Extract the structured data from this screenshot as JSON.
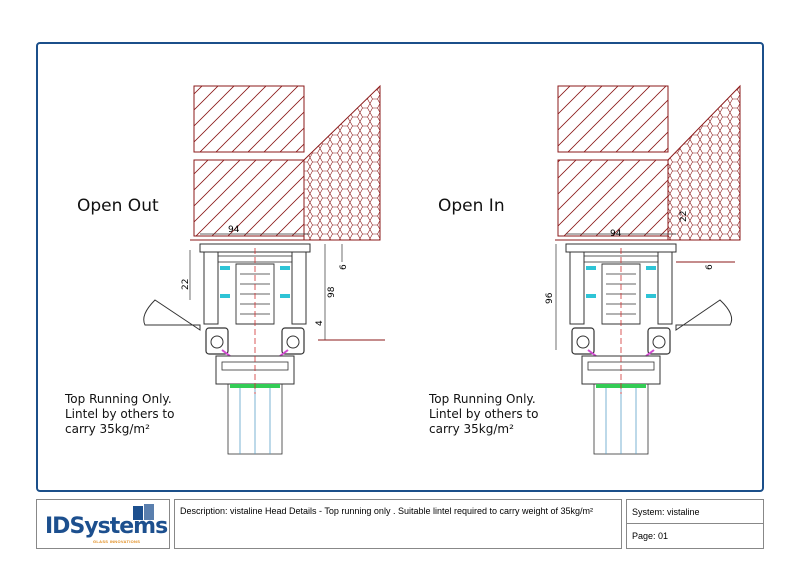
{
  "left_panel": {
    "heading": "Open Out",
    "note_lines": [
      "Top Running Only.",
      "Lintel by others to",
      "carry 35kg/m²"
    ],
    "dims": {
      "width": "94",
      "height": "98",
      "d1": "22",
      "d2": "6",
      "d3": "4"
    }
  },
  "right_panel": {
    "heading": "Open In",
    "note_lines": [
      "Top Running Only.",
      "Lintel by others to",
      "carry 35kg/m²"
    ],
    "dims": {
      "width": "94",
      "height": "96",
      "d1": "22",
      "d2": "6"
    }
  },
  "title_block": {
    "logo_text": "IDSystems",
    "logo_tagline": "GLASS INNOVATIONS",
    "description": "Description:  vistaline Head Details - Top running only . Suitable lintel required to carry weight of 35kg/m²",
    "system": "System: vistaline",
    "page": "Page: 01"
  },
  "colors": {
    "frame_border": "#1b4f8a",
    "brick_hatch": "#8b1a1a",
    "profile": "#333333",
    "seal_cyan": "#2ec4d6",
    "glass_green": "#33cc55",
    "handle_magenta": "#d14bd1",
    "centerline_red": "#d03030"
  }
}
